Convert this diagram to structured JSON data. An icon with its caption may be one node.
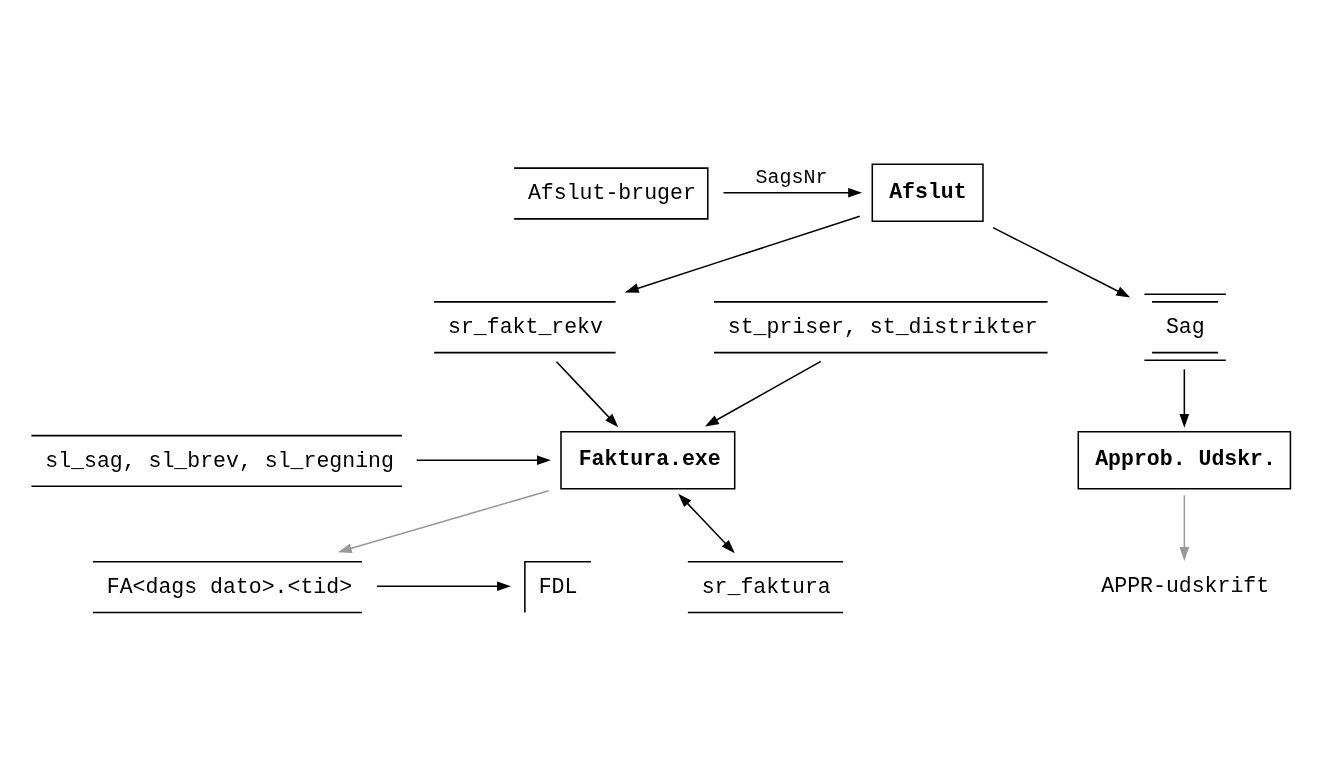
{
  "diagram": {
    "nodes": [
      {
        "text": [
          "Afslut-bruger"
        ]
      },
      {
        "text": [
          "Afslut"
        ]
      },
      {
        "text": [
          "st_priser, st_distrikter"
        ]
      },
      {
        "text": [
          "sr_fakt_rekv"
        ]
      },
      {
        "text": [
          "Sag"
        ]
      },
      {
        "text": [
          "sl_sag, sl_brev, sl_regning"
        ]
      },
      {
        "text": [
          "Faktura.exe"
        ]
      },
      {
        "text": [
          "Approb. Udskr."
        ]
      },
      {
        "text": [
          "sr_faktura"
        ]
      },
      {
        "text": [
          "APPR-udskrift"
        ]
      },
      {
        "text": [
          "FA<dags dato>.<tid>"
        ]
      },
      {
        "text": [
          "FDL"
        ]
      }
    ],
    "edges": [
      {
        "from": 0,
        "to": 1,
        "arrow": "to",
        "label": "SagsNr"
      },
      {
        "from": 1,
        "to": 3,
        "arrow": "to"
      },
      {
        "from": 1,
        "to": 4,
        "arrow": "to"
      },
      {
        "from": 2,
        "to": 6,
        "arrow": "to"
      },
      {
        "from": 3,
        "to": 6,
        "arrow": "to"
      },
      {
        "from": 5,
        "to": 6,
        "arrow": "to"
      },
      {
        "from": 6,
        "to": 8,
        "arrow": "both"
      },
      {
        "from": 4,
        "to": 7,
        "arrow": "to"
      },
      {
        "from": 7,
        "to": 9,
        "arrow": "to",
        "color": "#999999"
      },
      {
        "from": 6,
        "to": 10,
        "arrow": "to",
        "color": "#999999"
      },
      {
        "from": 10,
        "to": 11,
        "arrow": "to"
      }
    ]
  }
}
